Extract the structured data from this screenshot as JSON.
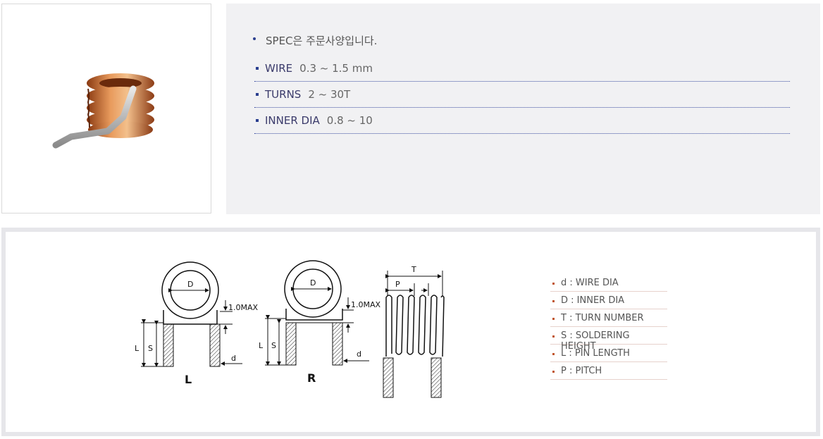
{
  "spec": {
    "note": "SPEC은 주문사양입니다.",
    "rows": [
      {
        "label": "WIRE",
        "value": "0.3 ~ 1.5 mm"
      },
      {
        "label": "TURNS",
        "value": "2 ~ 30T"
      },
      {
        "label": "INNER DIA",
        "value": "0.8 ~ 10"
      }
    ]
  },
  "drawing": {
    "labels": {
      "D": "D",
      "max": "1.0MAX",
      "L": "L",
      "S": "S",
      "d": "d",
      "T": "T",
      "P": "P",
      "left_type": "L",
      "right_type": "R"
    }
  },
  "legend": [
    "d : WIRE DIA",
    "D : INNER DIA",
    "T : TURN NUMBER",
    "S : SOLDERING HEIGHT",
    "L : PIN LENGTH",
    "P : PITCH"
  ],
  "colors": {
    "panel": "#f1f1f3",
    "bullet": "#2b3f8f",
    "dotted_line": "#3b4da0",
    "legend_bullet": "#c0562b",
    "copper": "#c8703a"
  }
}
